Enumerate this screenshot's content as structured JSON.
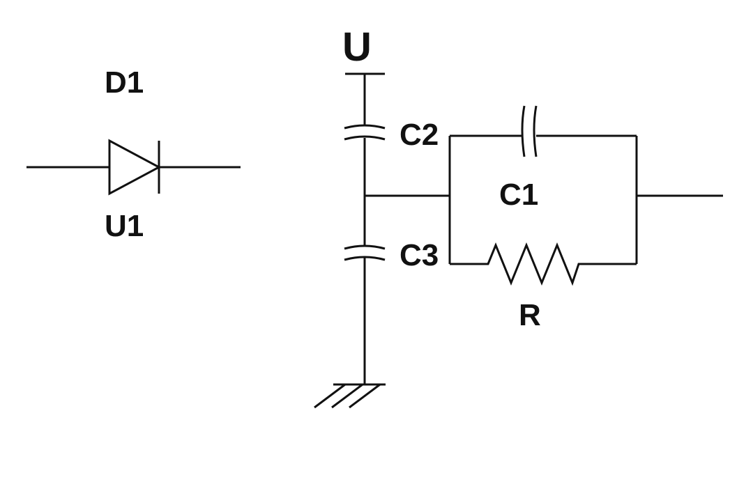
{
  "diode": {
    "label_top": "D1",
    "label_bottom": "U1"
  },
  "circuit": {
    "supply_label": "U",
    "c1_label": "C1",
    "c2_label": "C2",
    "c3_label": "C3",
    "resistor_label": "R"
  },
  "colors": {
    "ink": "#111111",
    "paper": "#ffffff"
  }
}
